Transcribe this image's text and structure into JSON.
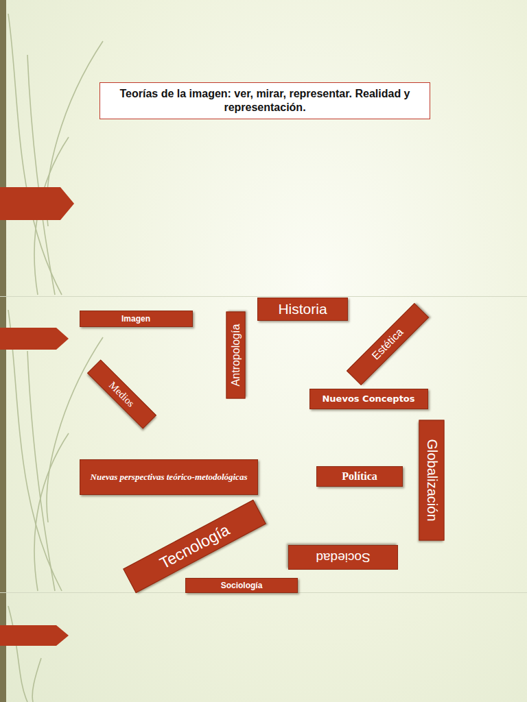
{
  "diagram": {
    "nodes": [
      {
        "text": [
          "Teorías de la imagen: ver, mirar, representar. Realidad y representación."
        ]
      },
      {
        "text": [
          "Imagen"
        ]
      },
      {
        "text": [
          "Antropología"
        ]
      },
      {
        "text": [
          "Historia"
        ]
      },
      {
        "text": [
          "Estética"
        ]
      },
      {
        "text": [
          "Medios"
        ]
      },
      {
        "text": [
          "Nuevos Conceptos"
        ]
      },
      {
        "text": [
          "Globalización"
        ]
      },
      {
        "text": [
          "Nuevas perspectivas teórico-metodológicas"
        ]
      },
      {
        "text": [
          "Política"
        ]
      },
      {
        "text": [
          "Tecnología"
        ]
      },
      {
        "text": [
          "Sociedad"
        ]
      },
      {
        "text": [
          "Sociología"
        ]
      }
    ]
  }
}
